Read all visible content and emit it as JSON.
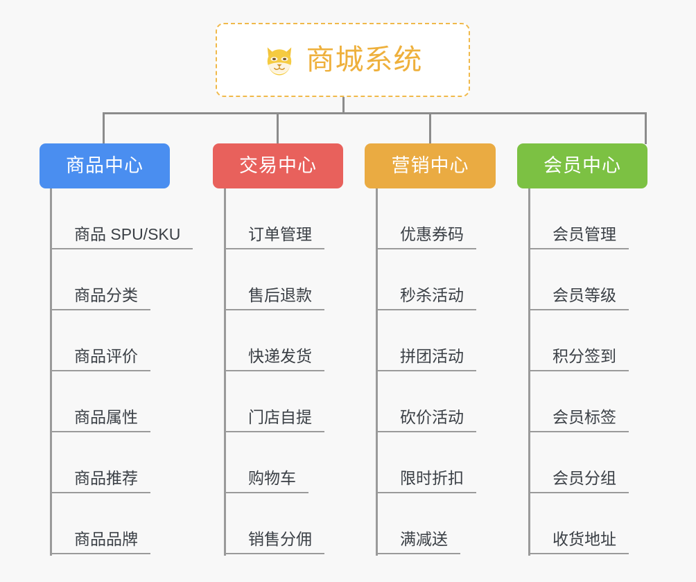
{
  "background_color": "#f8f8f8",
  "connector_color": "#8c8c8c",
  "root": {
    "icon": "shiba-dog-face-icon",
    "title": "商城系统",
    "border_color": "#f0b94a",
    "text_color": "#eeb03c",
    "background_color": "#ffffff"
  },
  "branches": [
    {
      "id": "product-center",
      "label": "商品中心",
      "color": "#4a8ef0",
      "items": [
        "商品 SPU/SKU",
        "商品分类",
        "商品评价",
        "商品属性",
        "商品推荐",
        "商品品牌"
      ]
    },
    {
      "id": "trade-center",
      "label": "交易中心",
      "color": "#e8615c",
      "items": [
        "订单管理",
        "售后退款",
        "快递发货",
        "门店自提",
        "购物车",
        "销售分佣"
      ]
    },
    {
      "id": "marketing-center",
      "label": "营销中心",
      "color": "#eaab42",
      "items": [
        "优惠券码",
        "秒杀活动",
        "拼团活动",
        "砍价活动",
        "限时折扣",
        "满减送"
      ]
    },
    {
      "id": "member-center",
      "label": "会员中心",
      "color": "#7cc143",
      "items": [
        "会员管理",
        "会员等级",
        "积分签到",
        "会员标签",
        "会员分组",
        "收货地址"
      ]
    }
  ]
}
